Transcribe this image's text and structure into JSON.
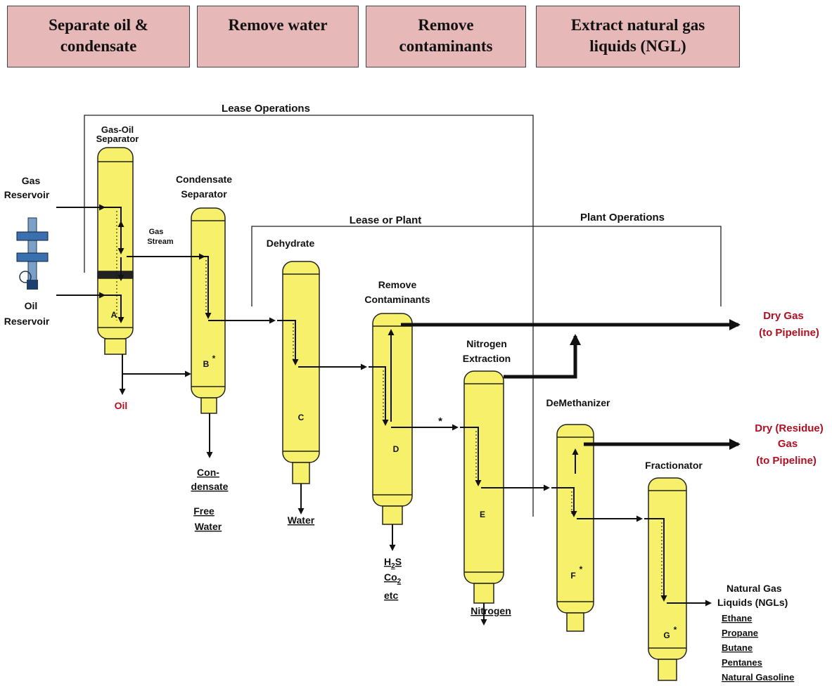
{
  "stages": [
    {
      "label_line1": "Separate oil &",
      "label_line2": "condensate"
    },
    {
      "label_line1": "Remove water",
      "label_line2": ""
    },
    {
      "label_line1": "Remove",
      "label_line2": "contaminants"
    },
    {
      "label_line1": "Extract natural gas",
      "label_line2": "liquids (NGL)"
    }
  ],
  "brackets": {
    "lease": "Lease Operations",
    "lease_or_plant": "Lease or Plant",
    "plant": "Plant Operations"
  },
  "sources": {
    "gas_1": "Gas",
    "gas_2": "Reservoir",
    "oil_1": "Oil",
    "oil_2": "Reservoir",
    "gas_stream_1": "Gas",
    "gas_stream_2": "Stream"
  },
  "vessels": {
    "a": {
      "title_1": "Gas-Oil",
      "title_2": "Separator",
      "letter": "A"
    },
    "b": {
      "title_1": "Condensate",
      "title_2": "Separator",
      "letter": "B",
      "mark": "*"
    },
    "c": {
      "title_1": "Dehydrate",
      "letter": "C"
    },
    "d": {
      "title_1": "Remove",
      "title_2": "Contaminants",
      "letter": "D"
    },
    "e": {
      "title_1": "Nitrogen",
      "title_2": "Extraction",
      "letter": "E"
    },
    "f": {
      "title_1": "DeMethanizer",
      "letter": "F",
      "mark": "*"
    },
    "g": {
      "title_1": "Fractionator",
      "letter": "G",
      "mark": "*"
    }
  },
  "flow_star": "*",
  "outputs": {
    "oil": "Oil",
    "condensate_1": "Con-",
    "condensate_2": "densate",
    "free_water_1": "Free",
    "free_water_2": "Water",
    "water": "Water",
    "h2s": "H",
    "h2s_sub": "2",
    "h2s_tail": "S",
    "co2": "Co",
    "co2_sub": "2",
    "etc": "etc",
    "nitrogen": "Nitrogen",
    "dry_gas_1": "Dry  Gas",
    "dry_gas_2": "(to Pipeline)",
    "residue_1": "Dry (Residue)",
    "residue_2": "Gas",
    "residue_3": "(to Pipeline)",
    "ngl_1": "Natural Gas",
    "ngl_2": "Liquids (NGLs)",
    "ngl_items": [
      "Ethane",
      "Propane",
      "Butane",
      "Pentanes",
      "Natural Gasoline"
    ]
  },
  "colors": {
    "vessel_fill": "#f7f06a",
    "stage_fill": "#e6b8b8",
    "red_text": "#b01020"
  }
}
